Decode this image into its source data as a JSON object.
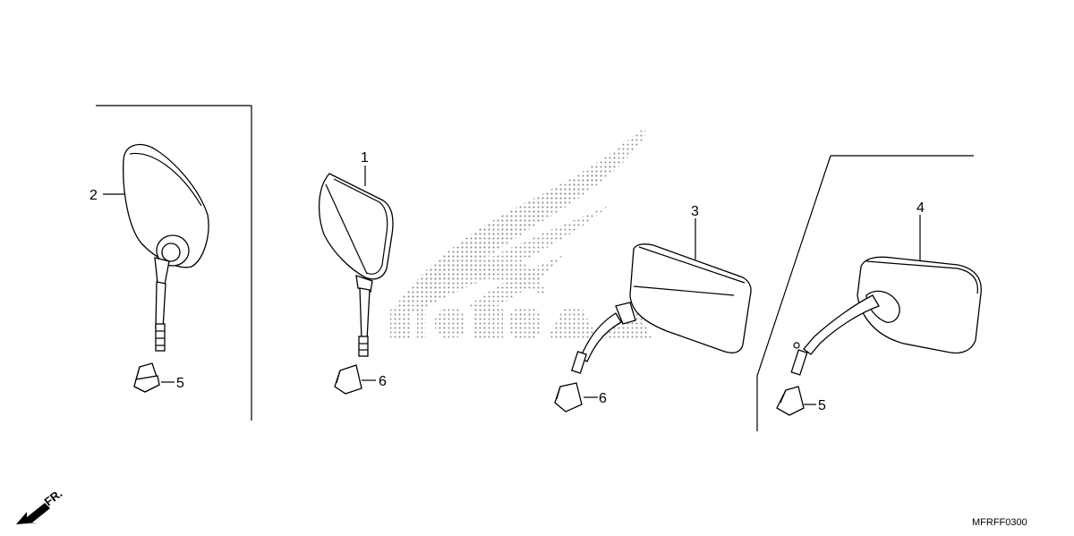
{
  "diagram": {
    "callouts": {
      "c1": "1",
      "c2": "2",
      "c3": "3",
      "c4": "4",
      "c5a": "5",
      "c5b": "5",
      "c6a": "6",
      "c6b": "6"
    },
    "front_arrow_label": "FR.",
    "diagram_code": "MFRFF0300",
    "watermark_brand": "HONDA",
    "colors": {
      "ink": "#000000",
      "background": "#ffffff",
      "watermark_dots": "#8a8a8a"
    }
  }
}
